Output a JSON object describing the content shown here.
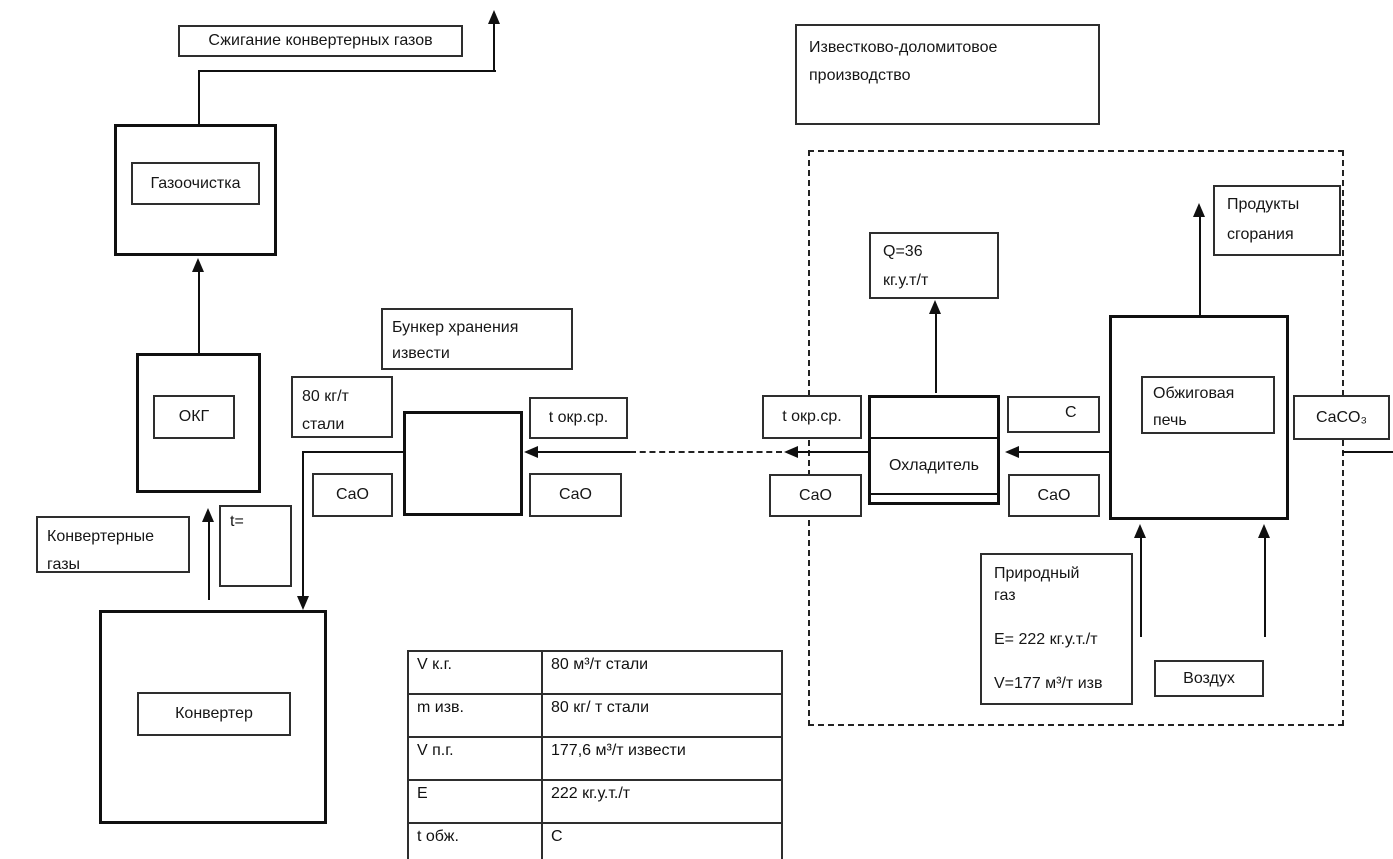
{
  "steel_section": {
    "burning_label": "Сжигание конвертерных газов",
    "gas_cleaning_label": "Газоочистка",
    "okg_label": "ОКГ",
    "converter_gases_label": "Конвертерные\nгазы",
    "temp_label": "t=",
    "converter_label": "Конвертер",
    "bunker_title": "Бункер хранения\nизвести",
    "lime_rate_label": "80 кг/т\nстали",
    "ambient_temp_label": "t окр.ср.",
    "cao_out_label": "CaO",
    "cao_in_label": "CaO"
  },
  "lime_section": {
    "title": "Известково-доломитовое\nпроизводство",
    "heat_label": "Q=36\nкг.у.т/т",
    "ambient_temp_label": "t окр.ср.",
    "cao_out_label": "CaO",
    "cooler_label": "Охладитель",
    "carbon_label": "С",
    "cao_in_label": "CaO",
    "kiln_label": "Обжиговая\nпечь",
    "combustion_products_label": "Продукты\nсгорания",
    "caco3_label": "CaCO₃",
    "natural_gas_label": "Природный\nгаз\n\nE= 222 кг.у.т./т\n\nV=177 м³/т изв",
    "air_label": "Воздух"
  },
  "params_table": {
    "rows": [
      {
        "param": "V к.г.",
        "value": "80 м³/т стали"
      },
      {
        "param": "m изв.",
        "value": "80 кг/ т стали"
      },
      {
        "param": "V п.г.",
        "value": "177,6 м³/т извести"
      },
      {
        "param": "E",
        "value": "222 кг.у.т./т"
      },
      {
        "param": "t обж.",
        "value": "С"
      }
    ]
  }
}
